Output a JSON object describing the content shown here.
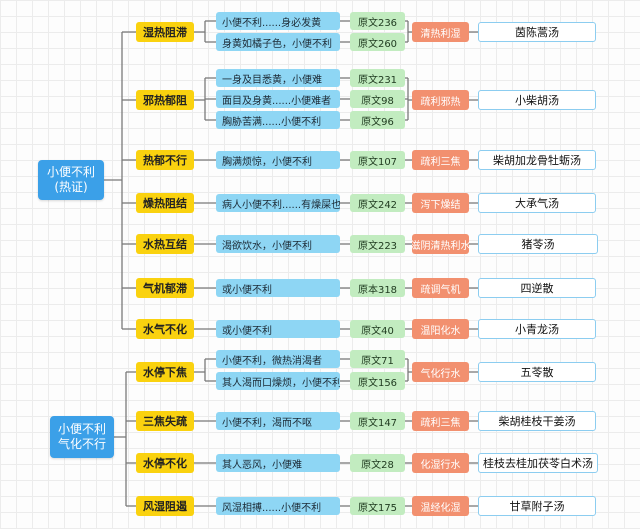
{
  "root_heat": {
    "line1": "小便不利",
    "line2": "(热证)"
  },
  "root_qi": {
    "line1": "小便不利",
    "line2": "气化不行"
  },
  "groups": [
    {
      "category": "湿热阻滞",
      "symptoms": [
        {
          "text": "小便不利......身必发黄",
          "source": "原文236"
        },
        {
          "text": "身黄如橘子色，小便不利",
          "source": "原文260"
        }
      ],
      "method": "清热利湿",
      "prescription": "茵陈蒿汤"
    },
    {
      "category": "邪热郁阻",
      "symptoms": [
        {
          "text": "一身及目悉黄，小便难",
          "source": "原文231"
        },
        {
          "text": "面目及身黄......小便难者",
          "source": "原文98"
        },
        {
          "text": "胸胁苦满......小便不利",
          "source": "原文96"
        }
      ],
      "method": "疏利邪热",
      "prescription": "小柴胡汤"
    },
    {
      "category": "热郁不行",
      "symptoms": [
        {
          "text": "胸满烦惊，小便不利",
          "source": "原文107"
        }
      ],
      "method": "疏利三焦",
      "prescription": "柴胡加龙骨牡蛎汤"
    },
    {
      "category": "燥热阻结",
      "symptoms": [
        {
          "text": "病人小便不利......有燥屎也",
          "source": "原文242"
        }
      ],
      "method": "泻下燥结",
      "prescription": "大承气汤"
    },
    {
      "category": "水热互结",
      "symptoms": [
        {
          "text": "渴欲饮水，小便不利",
          "source": "原文223"
        }
      ],
      "method": "滋阴清热利水",
      "prescription": "猪苓汤"
    },
    {
      "category": "气机郁滞",
      "symptoms": [
        {
          "text": "或小便不利",
          "source": "原本318"
        }
      ],
      "method": "疏调气机",
      "prescription": "四逆散"
    },
    {
      "category": "水气不化",
      "symptoms": [
        {
          "text": "或小便不利",
          "source": "原文40"
        }
      ],
      "method": "温阳化水",
      "prescription": "小青龙汤"
    },
    {
      "category": "水停下焦",
      "symptoms": [
        {
          "text": "小便不利，微热消渴者",
          "source": "原文71"
        },
        {
          "text": "其人渴而口燥烦，小便不利",
          "source": "原文156"
        }
      ],
      "method": "气化行水",
      "prescription": "五苓散"
    },
    {
      "category": "三焦失疏",
      "symptoms": [
        {
          "text": "小便不利，渴而不呕",
          "source": "原文147"
        }
      ],
      "method": "疏利三焦",
      "prescription": "柴胡桂枝干姜汤"
    },
    {
      "category": "水停不化",
      "symptoms": [
        {
          "text": "其人恶风，小便难",
          "source": "原文28"
        }
      ],
      "method": "化湿行水",
      "prescription": "桂枝去桂加茯苓白术汤"
    },
    {
      "category": "风湿阻遏",
      "symptoms": [
        {
          "text": "风湿相搏......小便不利",
          "source": "原文175"
        }
      ],
      "method": "温经化湿",
      "prescription": "甘草附子汤"
    }
  ],
  "colors": {
    "line": "#7a7a7a",
    "root": "#3ba0e8",
    "category": "#fad20f",
    "symptom": "#8ed6f4",
    "source": "#c2ecc0",
    "method": "#f2906f",
    "prescription_border": "#8ccdf0"
  }
}
